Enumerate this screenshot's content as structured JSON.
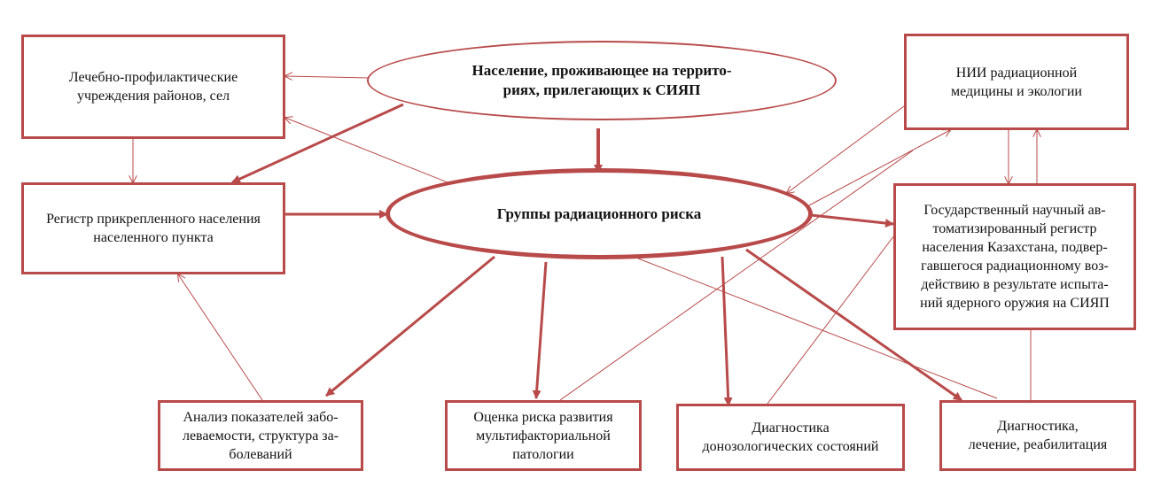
{
  "nodes": {
    "population": "Население, проживающее на террито-\nриях, прилегающих к СИЯП",
    "risk_groups": "Группы радиационного риска",
    "clinics": "Лечебно-профилактические\nучреждения районов, сел",
    "register_local": "Регистр прикрепленного населения\nнаселенного пункта",
    "nii": "НИИ радиационной\nмедицины и экологии",
    "state_register": "Государственный научный ав-\nтоматизированный регистр\nнаселения Казахстана, подвер-\nгавшегося радиационному воз-\nдействию в результате испыта-\nний ядерного оружия на СИЯП",
    "analysis": "Анализ показателей забо-\nлеваемости, структура за-\nболеваний",
    "risk_assessment": "Оценка риска развития\nмультифакториальной\nпатологии",
    "diagnostics_prenosological": "Диагностика\nдонозологических состояний",
    "diagnostics_treatment": "Диагностика,\nлечение, реабилитация"
  },
  "colors": {
    "stroke": "#b84a4a"
  }
}
